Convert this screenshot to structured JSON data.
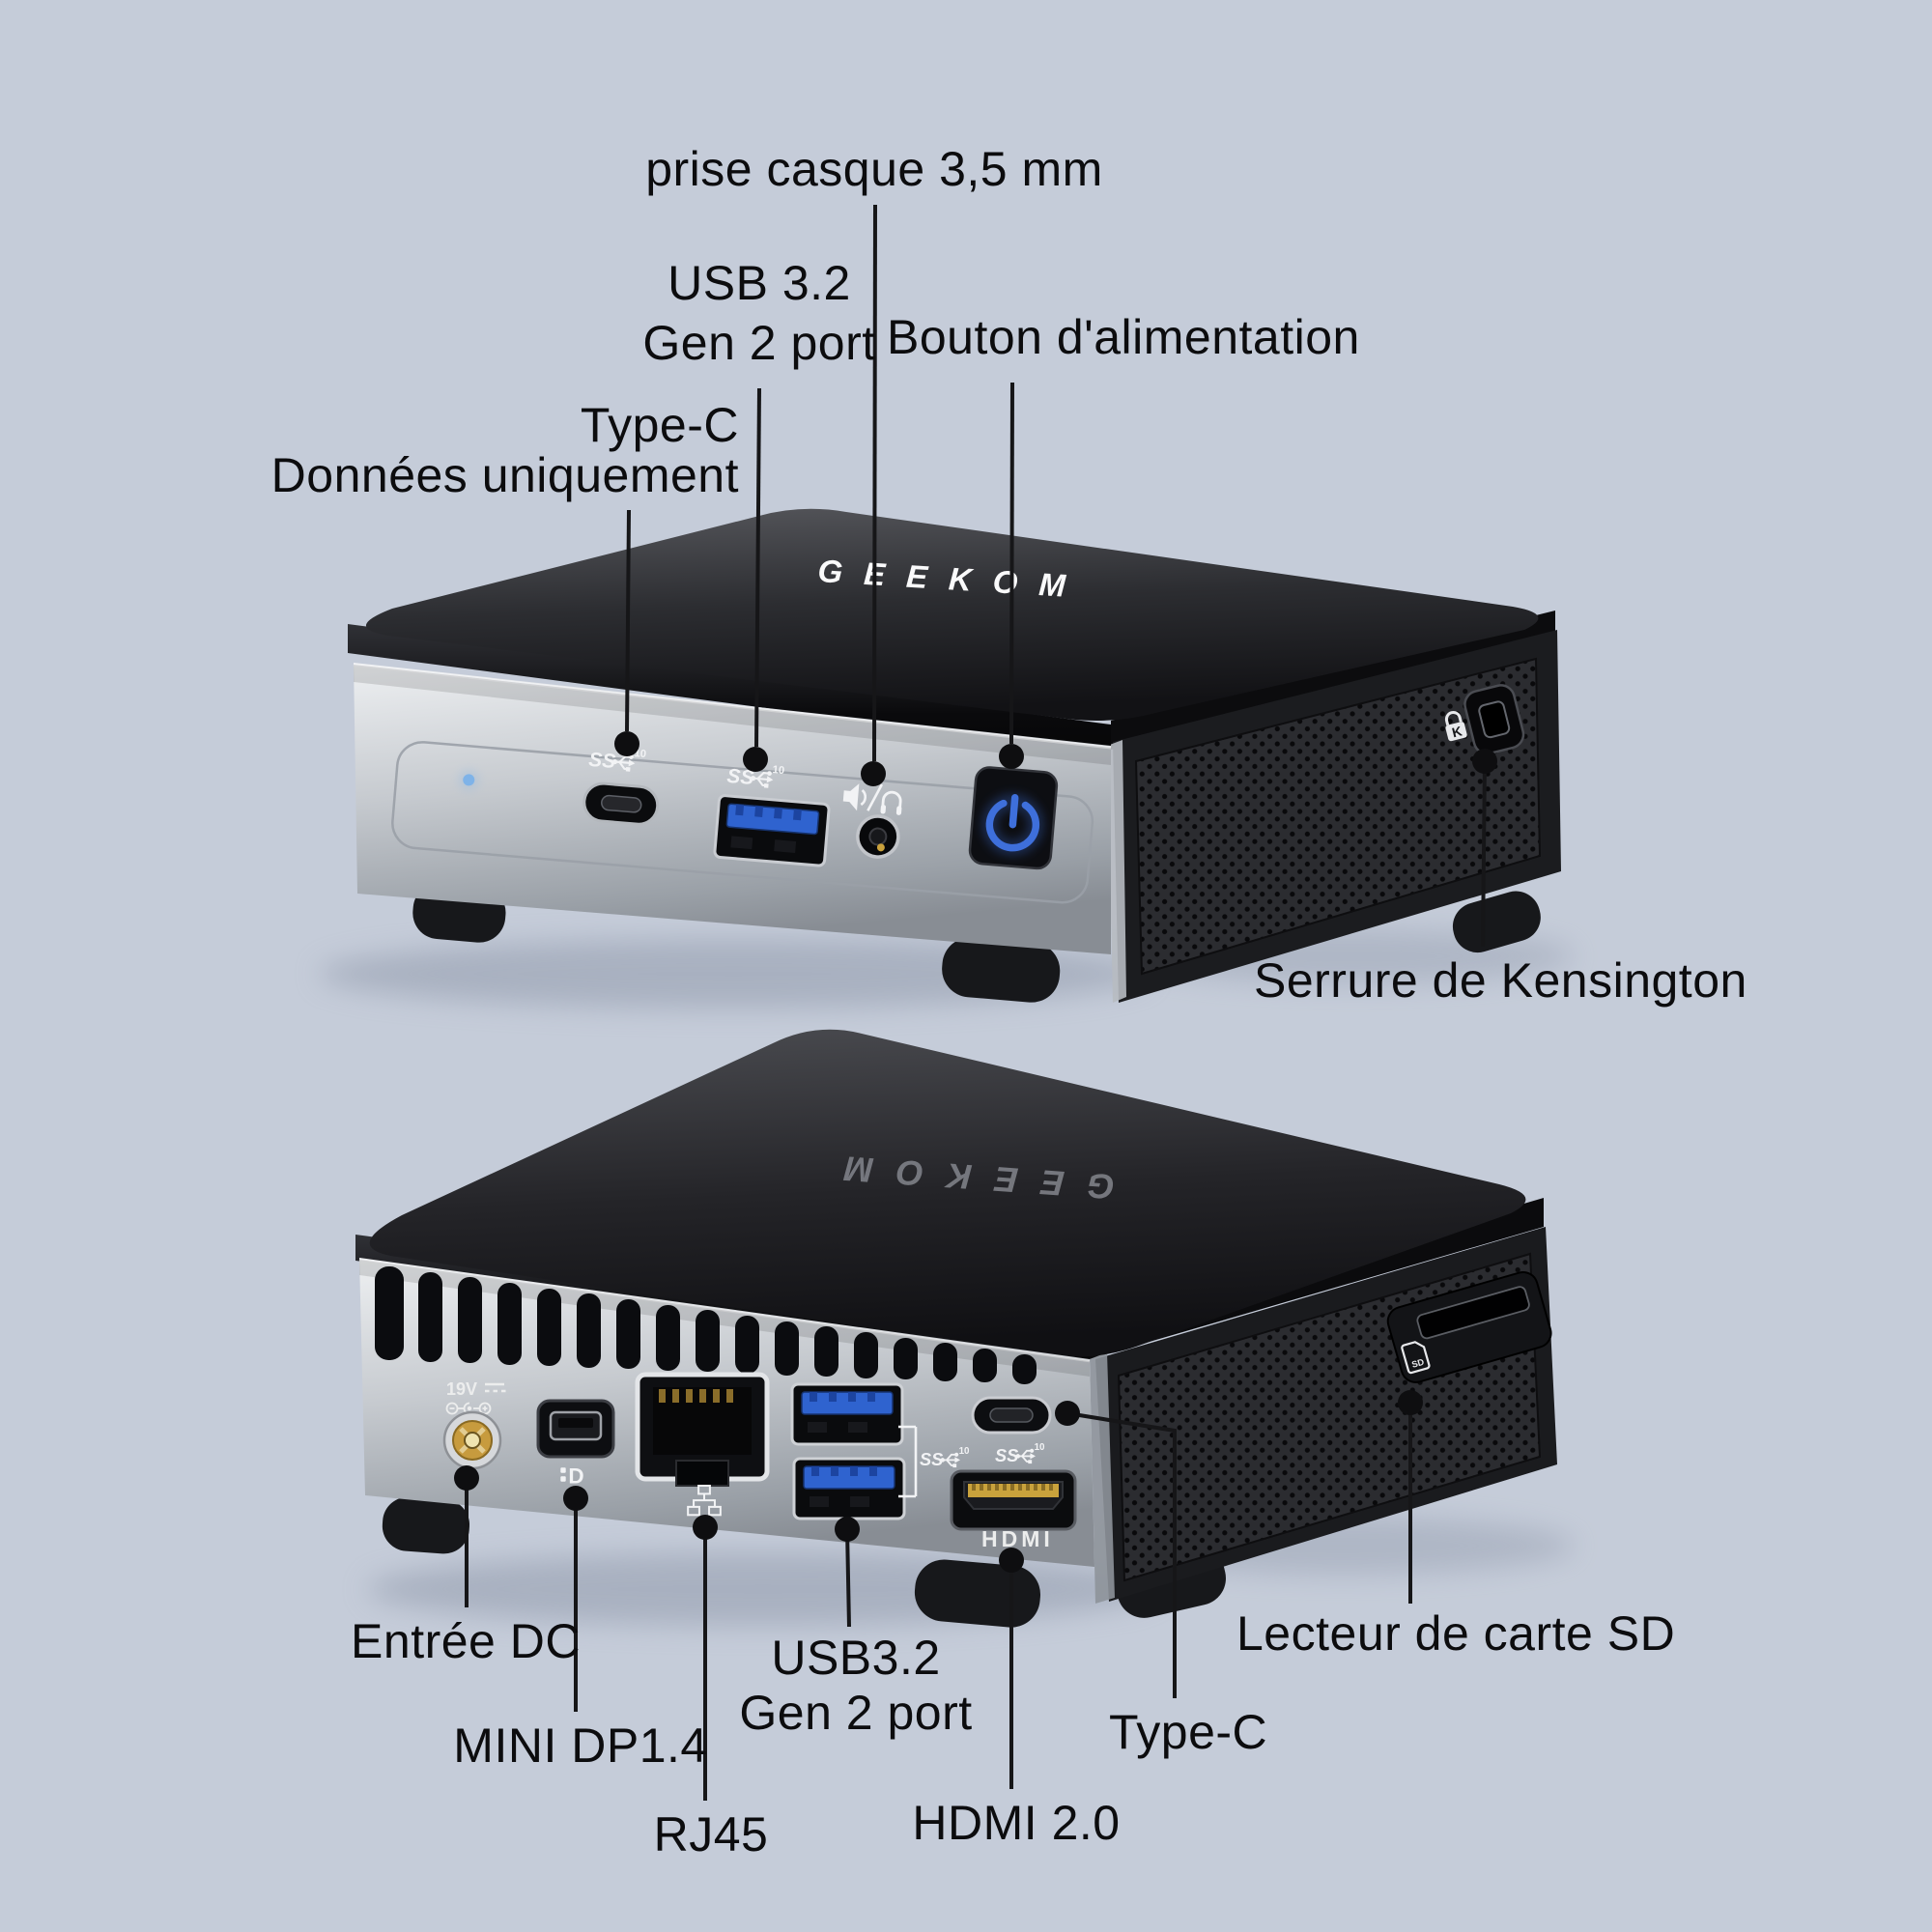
{
  "page": {
    "background": "#c5ccd9"
  },
  "brand": {
    "logo": "GEEKOM"
  },
  "front_view": {
    "labels": {
      "headphone_jack": "prise casque 3,5 mm",
      "usb_line1": "USB 3.2",
      "usb_line2": "Gen 2 port",
      "power_button": "Bouton d'alimentation",
      "typec_line1": "Type-C",
      "typec_line2": "Données uniquement",
      "kensington_lock": "Serrure de Kensington"
    }
  },
  "rear_view": {
    "labels": {
      "dc_input": "Entrée DC",
      "mini_dp": "MINI DP1.4",
      "rj45": "RJ45",
      "usb_line1": "USB3.2",
      "usb_line2": "Gen 2 port",
      "hdmi": "HDMI 2.0",
      "typec": "Type-C",
      "sd_reader": "Lecteur de carte SD"
    }
  },
  "port_markings": {
    "usb_speed": "SS",
    "usb_speed_class": "10",
    "dc_voltage": "19V",
    "displayport_letter": "D",
    "hdmi_logo": "HDMI",
    "sd_logo": "SD",
    "kensington_letter": "K"
  },
  "colors": {
    "background": "#c5ccd9",
    "accent_blue": "#3e6fdb",
    "usb_tongue_blue": "#2f63cf",
    "hdmi_gold": "#c9a23c",
    "dc_gold": "#c79b3e",
    "led_blue": "#7fb3e8",
    "label_text": "#0c0c0e",
    "leader_line": "#161618",
    "body_silver": "#c4c8cd",
    "body_black": "#1a1a1e"
  }
}
